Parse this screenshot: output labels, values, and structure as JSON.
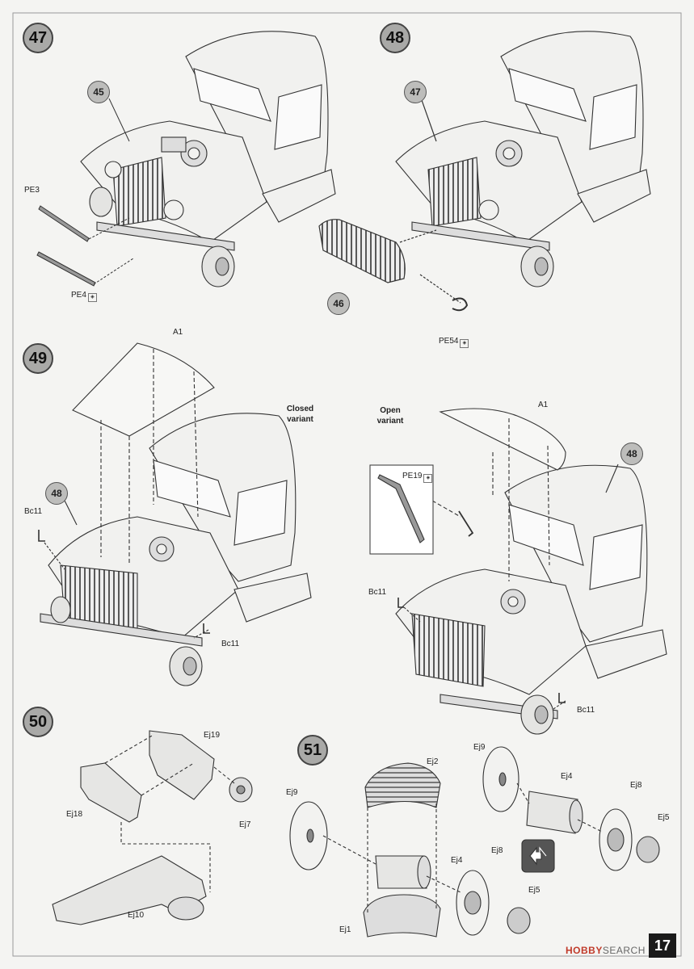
{
  "steps": [
    {
      "number": "47",
      "callout": "45",
      "parts": [
        "PE3",
        "PE4"
      ]
    },
    {
      "number": "48",
      "callout": "47",
      "callout_part": "46",
      "parts": [
        "PE54"
      ]
    },
    {
      "number": "49",
      "callout": "48",
      "parts": [
        "A1",
        "Bc11",
        "Bc11"
      ],
      "variants": [
        "Closed\nvariant",
        "Open\nvariant"
      ],
      "open_variant": {
        "parts": [
          "A1",
          "PE19",
          "Bc11",
          "Bc11"
        ],
        "callout": "48"
      }
    },
    {
      "number": "50",
      "parts": [
        "Ej19",
        "Ej18",
        "Ej7",
        "Ej10"
      ]
    },
    {
      "number": "51",
      "parts": [
        "Ej2",
        "Ej9",
        "Ej4",
        "Ej8",
        "Ej5",
        "Ej1",
        "Ej9",
        "Ej4",
        "Ej8",
        "Ej5"
      ]
    }
  ],
  "labels": {
    "closed_variant": "Closed variant",
    "open_variant": "Open variant"
  },
  "page_number": "17",
  "watermark": {
    "brand": "HOBBY",
    "suffix": "SEARCH"
  },
  "colors": {
    "badge": "#a9a9a7",
    "truck_fill": "#f1f1ef",
    "line": "#333333"
  }
}
